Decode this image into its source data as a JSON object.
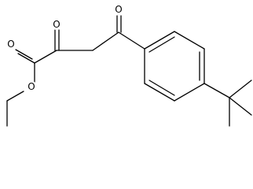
{
  "molecule": {
    "atom_labels": {
      "ester_carbonyl_oxygen": "O",
      "ester_ether_oxygen": "O",
      "alpha_keto_oxygen": "O",
      "aryl_keto_oxygen": "O"
    }
  }
}
